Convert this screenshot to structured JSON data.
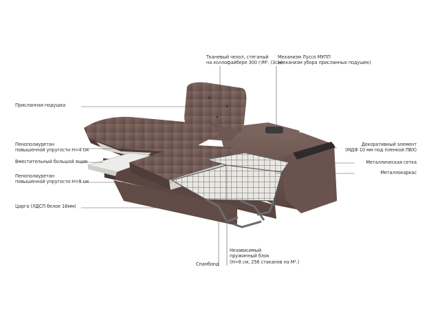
{
  "labels": {
    "cover": [
      "Тканевый чехол, стеганый",
      "на холлофайбере 300 г/М². (3см)"
    ],
    "mechanism": [
      "Механизм Луссо МУПП",
      "(механизм убора присланных подушек)"
    ],
    "headrest_cushion": "Присланная подушка",
    "foam_4": [
      "Пенополиуретан",
      "повышенной упругости Н=4 см"
    ],
    "storage_box": "Вместительный большой ящик",
    "foam_8": [
      "Пенополиуретан",
      "повышенной упругости Н=8 см"
    ],
    "frame_board": "Царга (ЛДСП белое 16мм)",
    "decor": [
      "Декоративный элемент",
      "(МДФ 10 мм под пленкой ПВХ)"
    ],
    "metal_grid": "Металлическая сетка",
    "metal_frame": "Металлокаркас",
    "spring_block": [
      "Независимый",
      "пружинный блок",
      "(Н=8 см, 256 стаканов на М².)"
    ],
    "spunbond": "Спанбонд"
  },
  "colors": {
    "upholstery": "#6b5550",
    "upholstery_dark": "#4c3a36",
    "upholstery_light": "#8a726c",
    "metal": "#7a7a7a",
    "foam": "#d9d6cf",
    "leader": "#555555"
  }
}
